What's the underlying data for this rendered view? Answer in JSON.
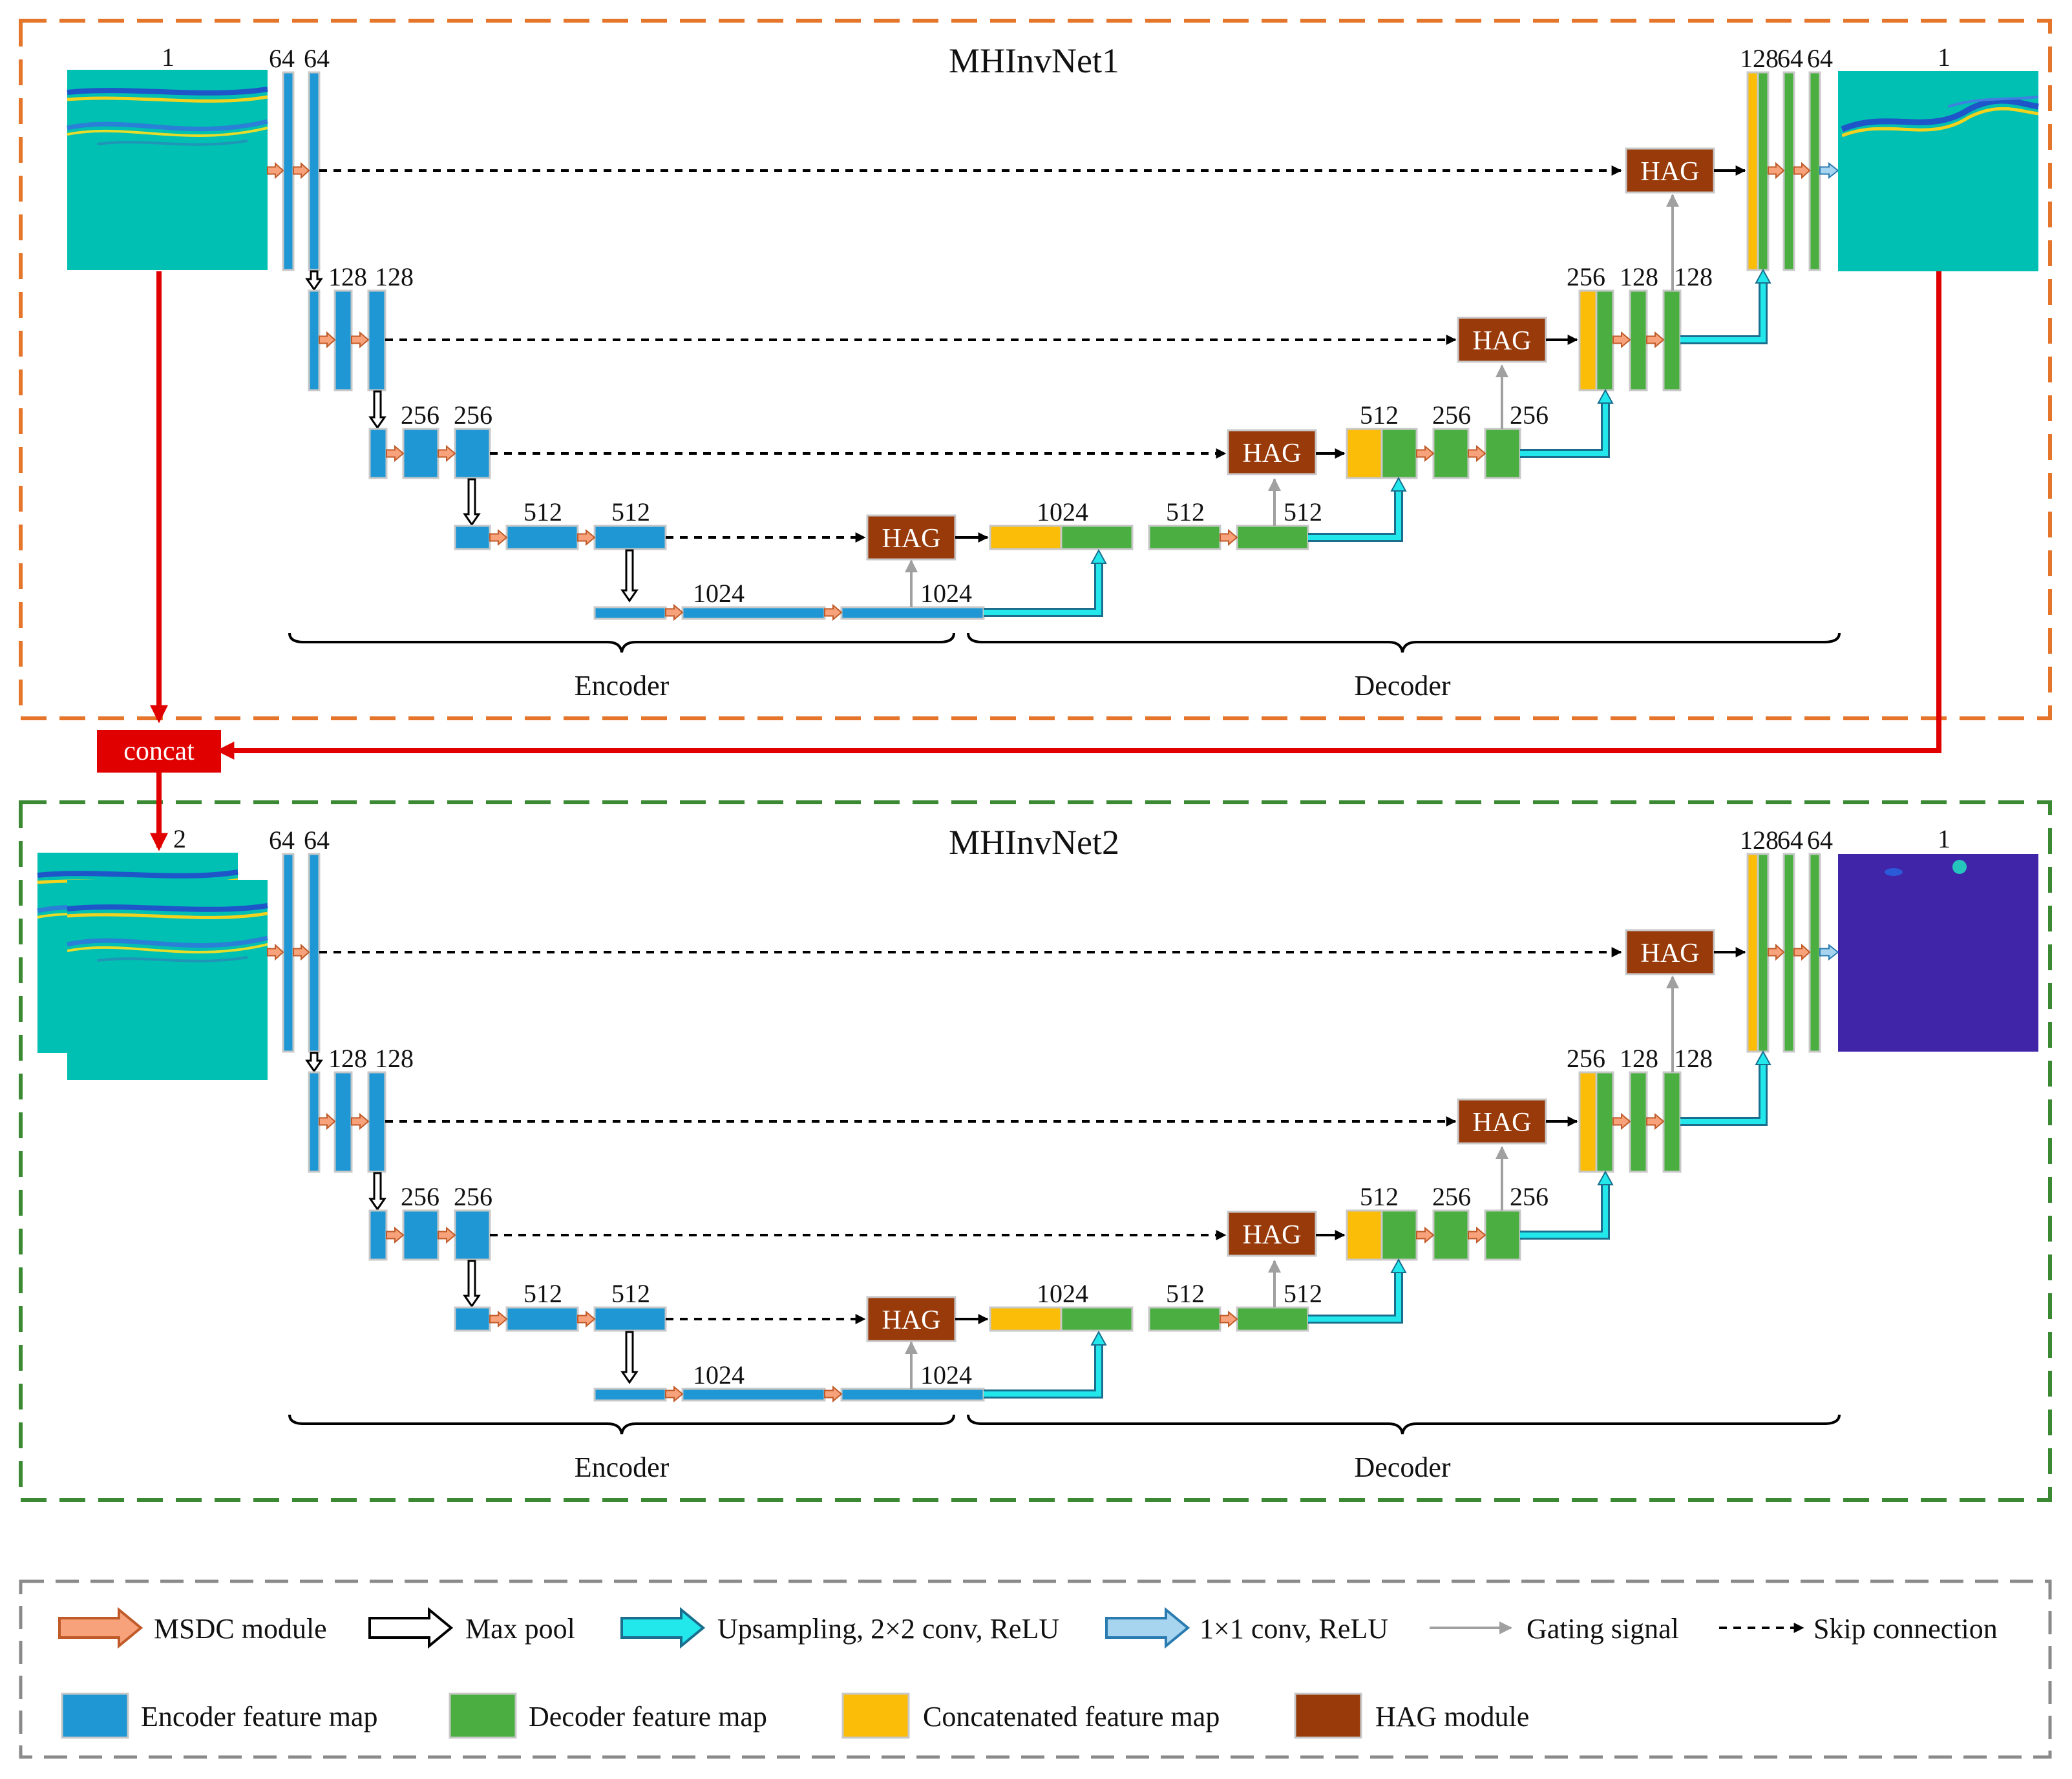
{
  "colors": {
    "encoder": "#1f97d4",
    "decoder": "#4aaf40",
    "concat": "#fbbd08",
    "hag": "#983a0a",
    "msdc": "#f7a27a",
    "upsample": "#22e8ec",
    "conv1x1": "#a7d4ef",
    "gating": "#a0a0a0",
    "red": "#e00000",
    "net1_border": "#e4752a",
    "net2_border": "#3b8a33",
    "legend_border": "#8a8a8a",
    "field": "#00bfb3",
    "velocity": "#4125a8"
  },
  "net1": {
    "title": "MHInvNet1",
    "input_channels": "1",
    "output_channels": "1",
    "encoder_label": "Encoder",
    "decoder_label": "Decoder"
  },
  "net2": {
    "title": "MHInvNet2",
    "input_channels": "2",
    "output_channels": "1",
    "encoder_label": "Encoder",
    "decoder_label": "Decoder"
  },
  "concat_label": "concat",
  "hag_label": "HAG",
  "channel_labels": {
    "enc1a": "64",
    "enc1b": "64",
    "enc2a": "128",
    "enc2b": "128",
    "enc3a": "256",
    "enc3b": "256",
    "enc4a": "512",
    "enc4b": "512",
    "bot_a": "1024",
    "bot_b": "1024",
    "dec4_cat": "1024",
    "dec4_a": "512",
    "dec4_b": "512",
    "dec3_cat": "512",
    "dec3_a": "256",
    "dec3_b": "256",
    "dec2_cat": "256",
    "dec2_a": "128",
    "dec2_b": "128",
    "dec1_cat": "128",
    "dec1_a": "64",
    "dec1_b": "64"
  },
  "legend": {
    "msdc": "MSDC module",
    "maxpool": "Max pool",
    "upsample": "Upsampling, 2×2 conv, ReLU",
    "conv1x1": "1×1 conv, ReLU",
    "gating": "Gating signal",
    "skip": "Skip connection",
    "encoder_map": "Encoder feature map",
    "decoder_map": "Decoder feature map",
    "concat_map": "Concatenated feature map",
    "hag_module": "HAG module"
  }
}
